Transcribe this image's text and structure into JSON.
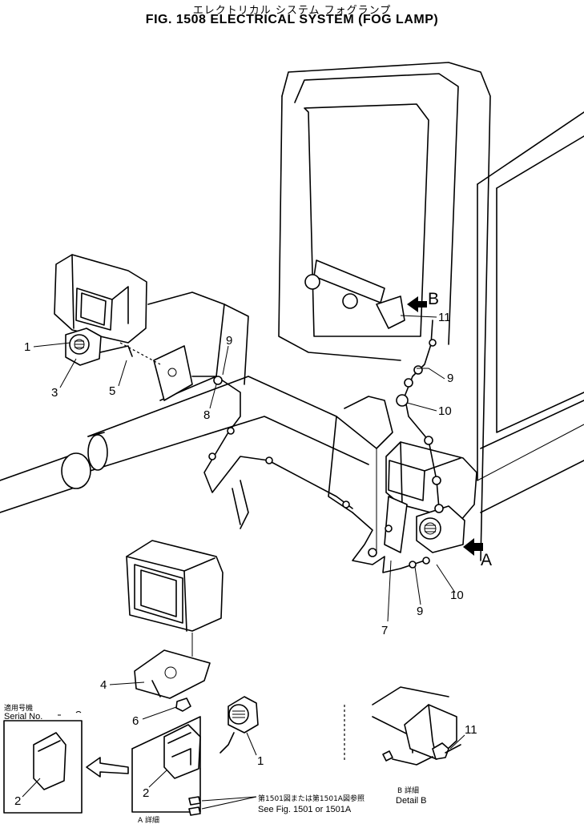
{
  "title": {
    "japanese": "エレクトリカル システム フォグランプ",
    "english": "FIG. 1508 ELECTRICAL SYSTEM (FOG LAMP)"
  },
  "callouts": {
    "c1a": "1",
    "c3": "3",
    "c5": "5",
    "c9a": "9",
    "c8": "8",
    "c11a": "11",
    "c9b": "9",
    "c10a": "10",
    "c10b": "10",
    "c9c": "9",
    "c7": "7",
    "c4": "4",
    "c6": "6",
    "c1b": "1",
    "c2a": "2",
    "c2b": "2",
    "c11b": "11"
  },
  "views": {
    "arrow_b": "B",
    "arrow_a": "A",
    "serial_jp": "適用号機",
    "serial_en": "Serial No.",
    "detail_a_jp": "A 詳細",
    "detail_b_jp": "B 詳細",
    "detail_b_en": "Detail B"
  },
  "references": {
    "see_fig_jp": "第1501図または第1501A図参照",
    "see_fig_en": "See Fig. 1501 or 1501A"
  }
}
